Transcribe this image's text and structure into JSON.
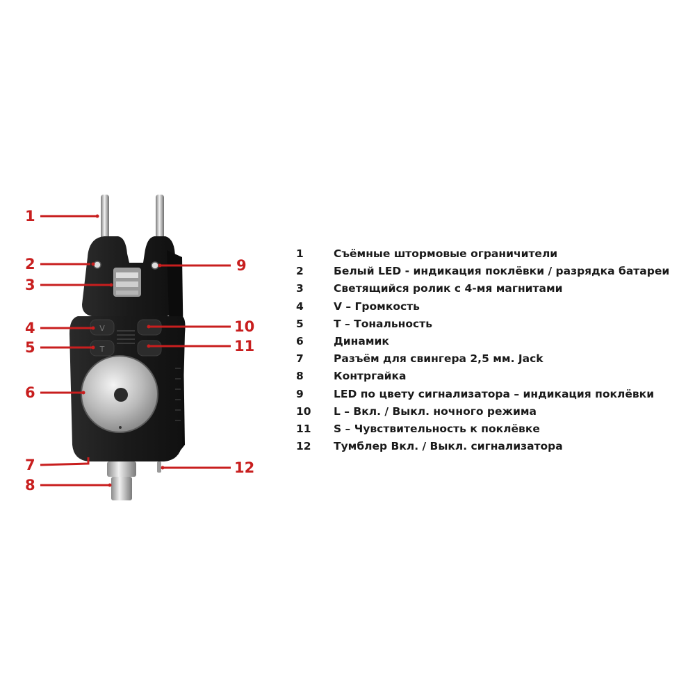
{
  "colors": {
    "callout": "#c81e1e",
    "device_body": "#1b1b1b",
    "metal": "#c8c8c8",
    "legend_text": "#1a1a1a",
    "background": "#ffffff"
  },
  "callouts": [
    {
      "num": "1"
    },
    {
      "num": "2"
    },
    {
      "num": "3"
    },
    {
      "num": "4"
    },
    {
      "num": "5"
    },
    {
      "num": "6"
    },
    {
      "num": "7"
    },
    {
      "num": "8"
    },
    {
      "num": "9"
    },
    {
      "num": "10"
    },
    {
      "num": "11"
    },
    {
      "num": "12"
    }
  ],
  "legend": [
    {
      "num": "1",
      "text": "Съёмные штормовые ограничители"
    },
    {
      "num": "2",
      "text": "Белый LED - индикация поклёвки / разрядка батареи"
    },
    {
      "num": "3",
      "text": "Светящийся ролик с 4-мя магнитами"
    },
    {
      "num": "4",
      "text": "V – Громкость"
    },
    {
      "num": "5",
      "text": "T – Тональность"
    },
    {
      "num": "6",
      "text": "Динамик"
    },
    {
      "num": "7",
      "text": "Разъём для свингера 2,5 мм. Jack"
    },
    {
      "num": "8",
      "text": "Контргайка"
    },
    {
      "num": "9",
      "text": "LED по цвету сигнализатора –  индикация поклёвки"
    },
    {
      "num": "10",
      "text": "L – Вкл. / Выкл. ночного режима"
    },
    {
      "num": "11",
      "text": "S – Чувствительность к поклёвке"
    },
    {
      "num": "12",
      "text": "Тумблер  Вкл. / Выкл. сигнализатора"
    }
  ]
}
